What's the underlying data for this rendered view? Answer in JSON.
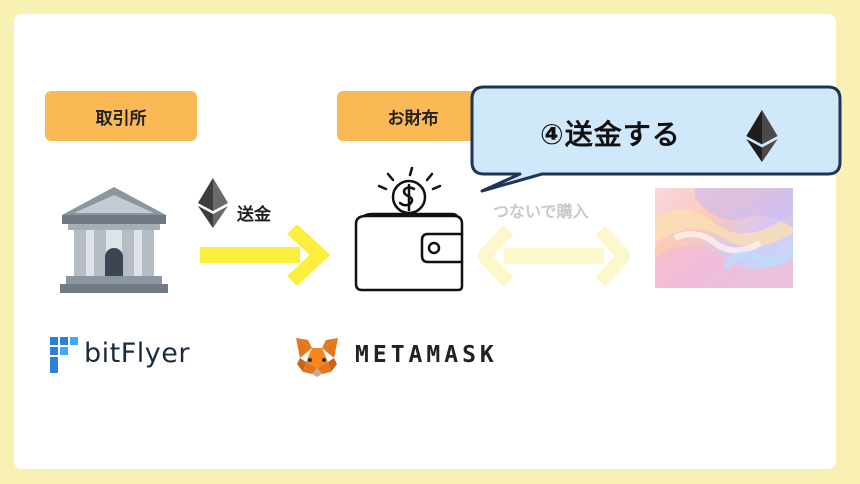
{
  "labels": {
    "exchange": "取引所",
    "wallet": "お財布"
  },
  "arrows": {
    "send_label": "送金",
    "connect_label": "つないで購入"
  },
  "callout": {
    "text": "④送金する"
  },
  "brands": {
    "exchange_brand": "bitFlyer",
    "wallet_brand": "METAMASK"
  },
  "icons": {
    "bank": "bank-icon",
    "wallet": "wallet-icon",
    "ethereum": "ethereum-icon",
    "nft": "nft-artwork",
    "bitflyer_logo": "bitflyer-logo-icon",
    "metamask_fox": "metamask-fox-icon"
  },
  "colors": {
    "background": "#f9f1b3",
    "label_box": "#fbb955",
    "send_arrow": "#fbee3c",
    "connect_arrow": "#fdf8cc",
    "callout_fill": "#cfe8fa",
    "callout_border": "#1d3557"
  }
}
